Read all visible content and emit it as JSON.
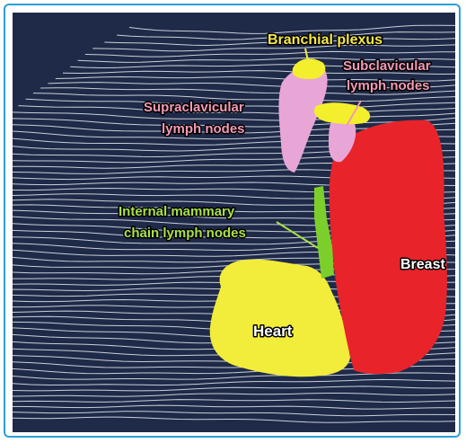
{
  "figure": {
    "labels": {
      "branchial_plexus": "Branchial plexus",
      "subclavicular_line1": "Subclavicular",
      "subclavicular_line2": "lymph nodes",
      "supraclavicular_line1": "Supraclavicular",
      "supraclavicular_line2": "lymph nodes",
      "internal_mammary_line1": "Internal mammary",
      "internal_mammary_line2": "chain lymph nodes",
      "breast": "Breast",
      "heart": "Heart"
    },
    "colors": {
      "background": "#1f2a48",
      "contour_lines": "#e8ecf2",
      "frame_border": "#2a9fd6",
      "breast": "#e8232a",
      "heart": "#f2ec3a",
      "lymph_nodes_pink": "#e7a6d6",
      "plexus_yellow": "#f4ef2c",
      "internal_mammary_green": "#7ccf2a",
      "label_yellow": "#f6e84a",
      "label_pink": "#f29ab8",
      "label_green": "#a9e04a",
      "label_white": "#ffffff"
    }
  }
}
